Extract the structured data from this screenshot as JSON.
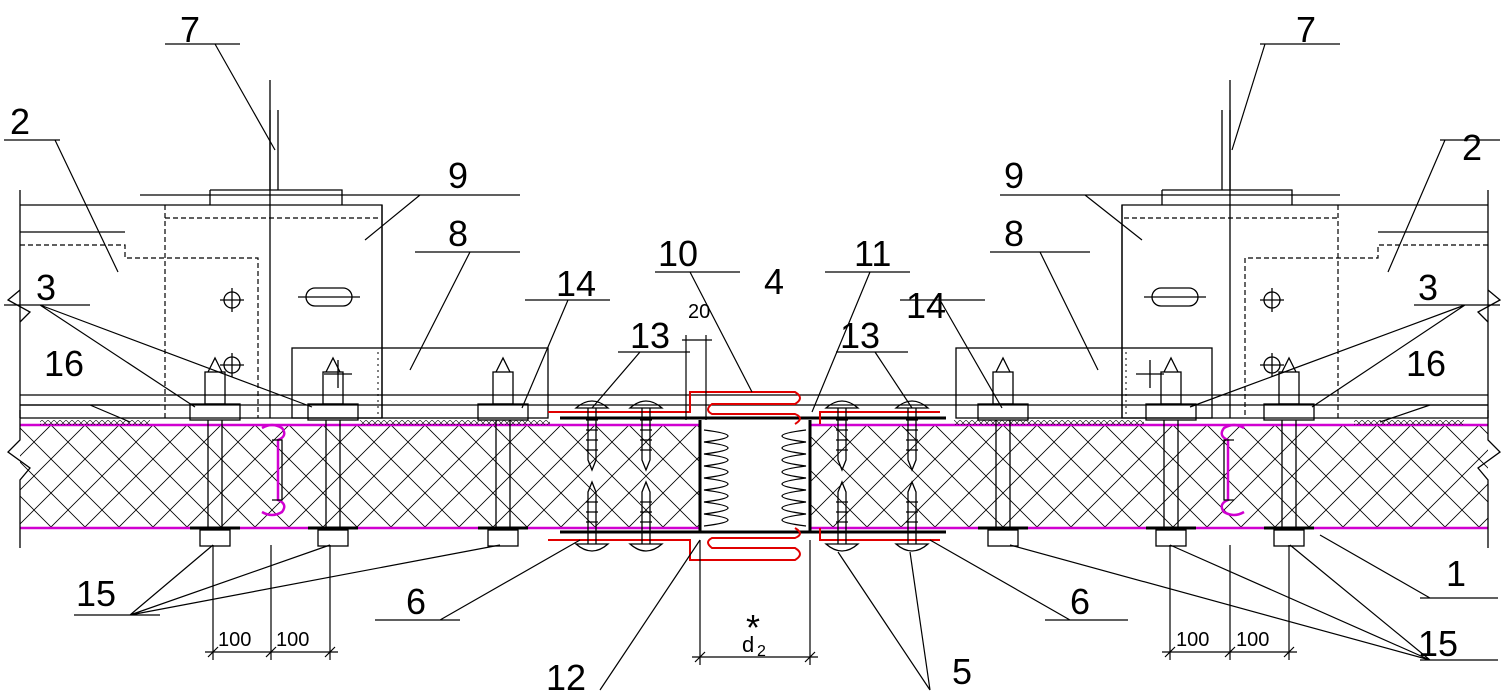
{
  "callouts": {
    "c1": "1",
    "c2": "2",
    "c3": "3",
    "c4": "4",
    "c5": "5",
    "c6": "6",
    "c7": "7",
    "c8": "8",
    "c9": "9",
    "c10": "10",
    "c11": "11",
    "c12": "12",
    "c13": "13",
    "c14": "14",
    "c15": "15",
    "c16": "16"
  },
  "dimensions": {
    "d100": "100",
    "d20": "20",
    "gap_star": "*",
    "gap_d": "d",
    "gap_sub": "2"
  },
  "colors": {
    "panel_skin": "#d000d0",
    "seal_profile": "#e00000",
    "lines": "#000000"
  }
}
